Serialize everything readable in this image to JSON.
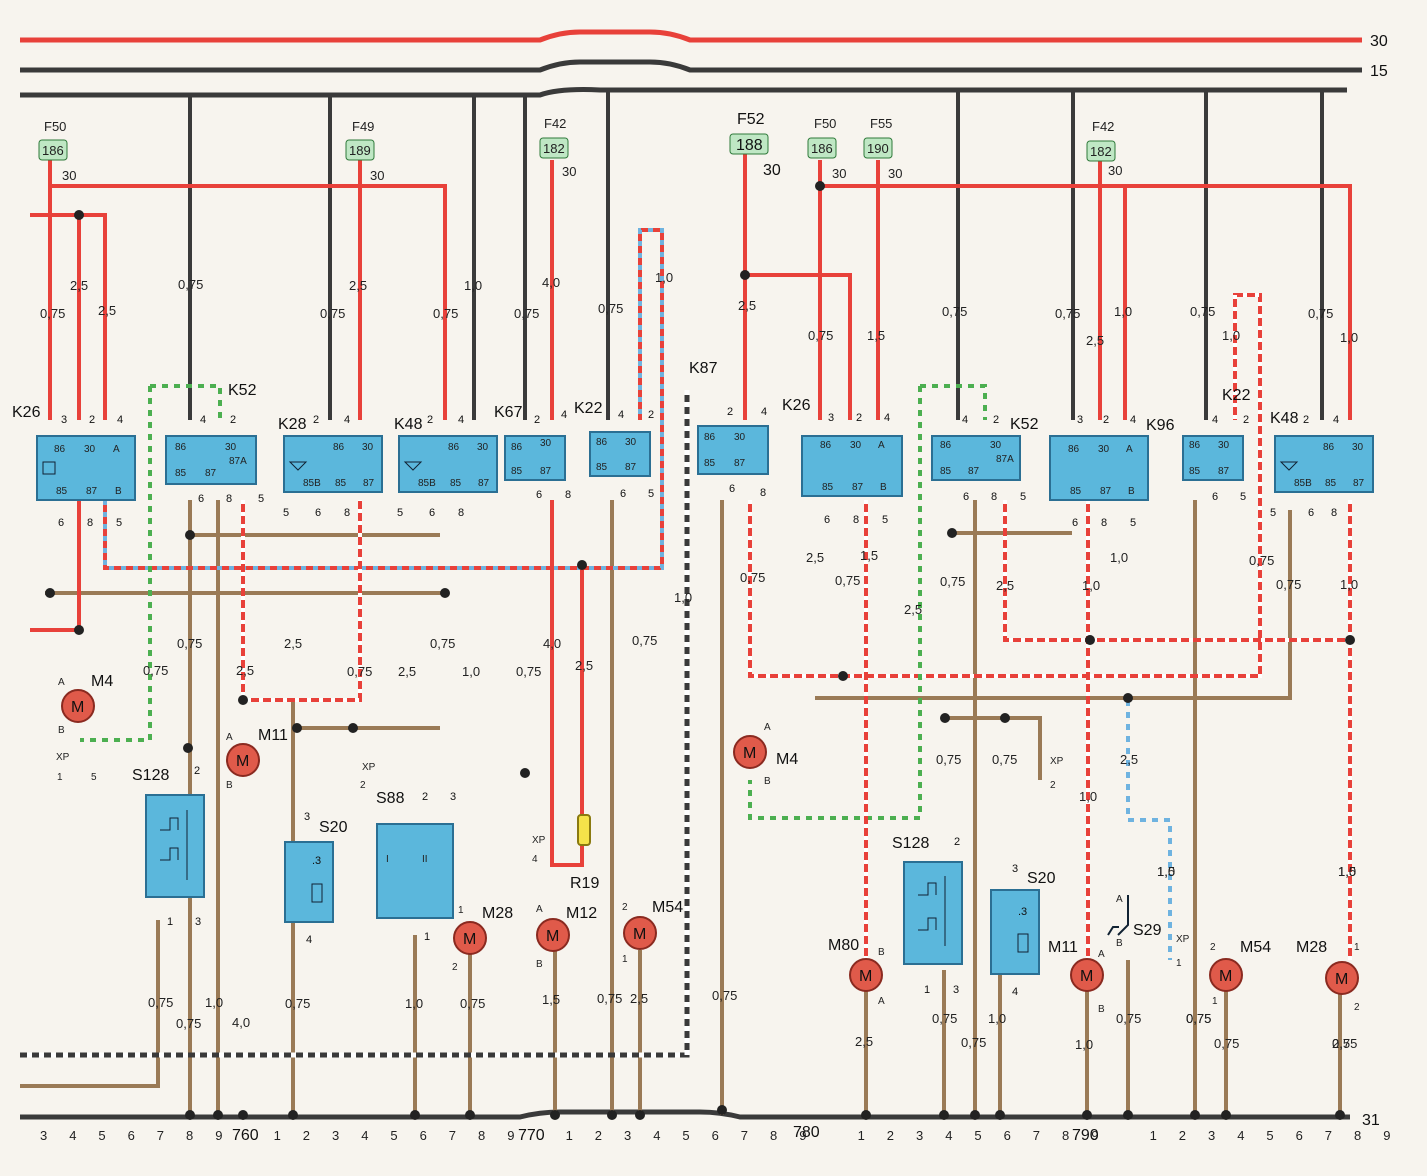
{
  "buses": {
    "b30": "30",
    "b15": "15",
    "b31": "31"
  },
  "fuses": [
    {
      "name": "F50",
      "num": "186",
      "term": "30"
    },
    {
      "name": "F49",
      "num": "189",
      "term": "30"
    },
    {
      "name": "F42",
      "num": "182",
      "term": "30"
    },
    {
      "name": "F52",
      "num": "188",
      "term": "30"
    },
    {
      "name": "F50",
      "num": "186",
      "term": "30"
    },
    {
      "name": "F55",
      "num": "190",
      "term": "30"
    },
    {
      "name": "F42",
      "num": "182",
      "term": "30"
    }
  ],
  "relays": [
    {
      "name": "K26",
      "pins": [
        "3",
        "2",
        "4",
        "6",
        "8",
        "5"
      ],
      "inner": [
        "86",
        "30",
        "A",
        "85",
        "87",
        "B"
      ]
    },
    {
      "name": "K52",
      "pins": [
        "4",
        "2",
        "6",
        "8",
        "5"
      ],
      "inner": [
        "86",
        "30",
        "85",
        "87",
        "87A"
      ]
    },
    {
      "name": "K28",
      "pins": [
        "2",
        "4",
        "5",
        "6",
        "8"
      ],
      "inner": [
        "86",
        "30",
        "85B",
        "85",
        "87"
      ]
    },
    {
      "name": "K48",
      "pins": [
        "2",
        "4",
        "5",
        "6",
        "8"
      ],
      "inner": [
        "86",
        "30",
        "85B",
        "85",
        "87"
      ]
    },
    {
      "name": "K67",
      "pins": [
        "2",
        "4",
        "6",
        "8"
      ],
      "inner": [
        "86",
        "30",
        "85",
        "87"
      ]
    },
    {
      "name": "K22",
      "pins": [
        "4",
        "2",
        "6",
        "5"
      ],
      "inner": [
        "86",
        "30",
        "85",
        "87"
      ]
    },
    {
      "name": "K87",
      "pins": [
        "2",
        "4",
        "6",
        "8"
      ],
      "inner": [
        "86",
        "30",
        "85",
        "87"
      ]
    },
    {
      "name": "K26",
      "pins": [
        "3",
        "2",
        "4",
        "6",
        "8",
        "5"
      ],
      "inner": [
        "86",
        "30",
        "A",
        "85",
        "87",
        "B"
      ]
    },
    {
      "name": "K52",
      "pins": [
        "4",
        "2",
        "6",
        "8",
        "5"
      ],
      "inner": [
        "86",
        "30",
        "85",
        "87",
        "87A"
      ]
    },
    {
      "name": "K96",
      "pins": [
        "3",
        "2",
        "4",
        "6",
        "8",
        "5"
      ],
      "inner": [
        "86",
        "30",
        "A",
        "85",
        "87",
        "B"
      ]
    },
    {
      "name": "K22",
      "pins": [
        "4",
        "2",
        "6",
        "5"
      ],
      "inner": [
        "86",
        "30",
        "85",
        "87"
      ]
    },
    {
      "name": "K48",
      "pins": [
        "2",
        "4",
        "5",
        "6",
        "8"
      ],
      "inner": [
        "86",
        "30",
        "85B",
        "85",
        "87"
      ]
    }
  ],
  "motors": [
    {
      "name": "M4",
      "sym": "M",
      "a": "A",
      "b": "B"
    },
    {
      "name": "M11",
      "sym": "M",
      "a": "A",
      "b": "B"
    },
    {
      "name": "M28",
      "sym": "M",
      "a": "1",
      "b": "2"
    },
    {
      "name": "M12",
      "sym": "M",
      "a": "A",
      "b": "B"
    },
    {
      "name": "M54",
      "sym": "M",
      "a": "2",
      "b": "1"
    },
    {
      "name": "M4",
      "sym": "M",
      "a": "A",
      "b": "B"
    },
    {
      "name": "M80",
      "sym": "M",
      "a": "B",
      "b": "A"
    },
    {
      "name": "M11",
      "sym": "M",
      "a": "A",
      "b": "B"
    },
    {
      "name": "M54",
      "sym": "M",
      "a": "2",
      "b": "1"
    },
    {
      "name": "M28",
      "sym": "M",
      "a": "1",
      "b": "2"
    }
  ],
  "switches": [
    {
      "name": "S128",
      "p1": "2",
      "p2": "1",
      "p3": "3"
    },
    {
      "name": "S20",
      "p1": "3",
      "p2": "4",
      "p3": ".3"
    },
    {
      "name": "S88",
      "p1": "2",
      "p2": "3",
      "p3": "1"
    },
    {
      "name": "S128",
      "p1": "2",
      "p2": "1",
      "p3": "3"
    },
    {
      "name": "S20",
      "p1": "3",
      "p2": "4",
      "p3": ".3"
    },
    {
      "name": "S29",
      "p1": "A",
      "p2": "B",
      "p3": ""
    }
  ],
  "resistor": {
    "name": "R19"
  },
  "connectors": [
    {
      "name": "XP",
      "p1": "1",
      "p2": "5"
    },
    {
      "name": "XP",
      "p1": "2",
      "p2": ""
    },
    {
      "name": "XP",
      "p1": "4",
      "p2": ""
    },
    {
      "name": "XP",
      "p1": "2",
      "p2": ""
    },
    {
      "name": "XP",
      "p1": "1",
      "p2": ""
    }
  ],
  "section_numbers": [
    "760",
    "770",
    "780",
    "790"
  ],
  "ground_digits": [
    "3",
    "4",
    "5",
    "6",
    "7",
    "8",
    "9",
    "",
    "1",
    "2",
    "3",
    "4",
    "5",
    "6",
    "7",
    "8",
    "9",
    "",
    "1",
    "2",
    "3",
    "4",
    "5",
    "6",
    "7",
    "8",
    "9",
    "",
    "1",
    "2",
    "3",
    "4",
    "5",
    "6",
    "7",
    "8",
    "9",
    "",
    "1",
    "2",
    "3",
    "4",
    "5",
    "6",
    "7",
    "8",
    "9"
  ],
  "wire_sizes": [
    "0,75",
    "2,5",
    "2,5",
    "0,75",
    "0,75",
    "2,5",
    "0,75",
    "1,0",
    "0,75",
    "4,0",
    "0,75",
    "1,0",
    "2,5",
    "0,75",
    "1,5",
    "0,75",
    "0,75",
    "2,5",
    "1,0",
    "0,75",
    "1,0",
    "0,75",
    "1,0",
    "0,75",
    "0,75",
    "2,5",
    "2,5",
    "0,75",
    "2,5",
    "0,75",
    "1,0",
    "0,75",
    "4,0",
    "2,5",
    "0,75",
    "1,0",
    "0,75",
    "2,5",
    "0,75",
    "1,5",
    "0,75",
    "2,5",
    "2,5",
    "1,0",
    "1,0",
    "0,75",
    "1,0",
    "0,75",
    "1,5",
    "1,5",
    "2,5",
    "0,75",
    "0,75",
    "1,0",
    "0,75",
    "0,75",
    "1,0",
    "4,0",
    "0,75",
    "1,0",
    "0,75",
    "1,5",
    "0,75",
    "2,5",
    "0,75",
    "2,5",
    "0,75",
    "0,75",
    "1,0",
    "1,0",
    "0,75",
    "0,75",
    "0,75",
    "2,5",
    "1,0",
    "1,0",
    "0,75",
    "0,75"
  ],
  "colors": {
    "red": "#e8413a",
    "black": "#3a3a3a",
    "brown": "#9a7a56",
    "relay": "#5bb7dc",
    "motor": "#e05a4a",
    "fuse": "#bfe7c4",
    "resistor": "#f5e34a"
  }
}
